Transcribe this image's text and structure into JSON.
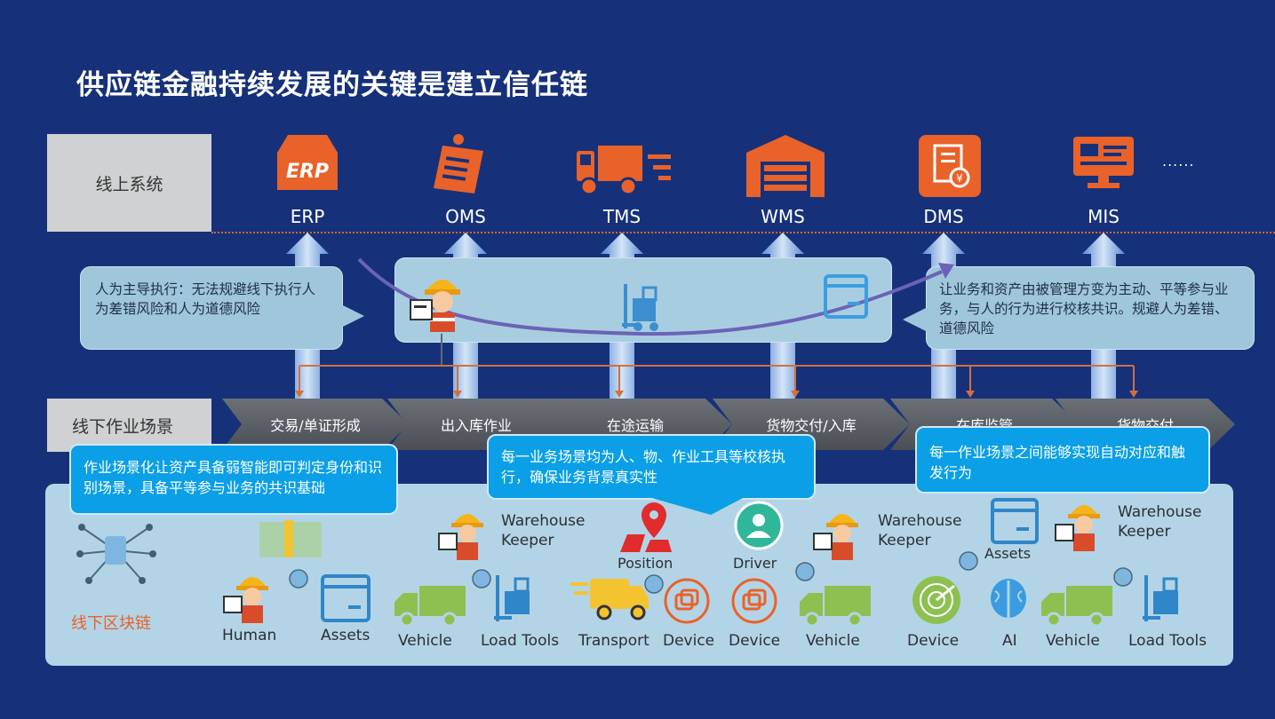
{
  "title": "供应链金融持续发展的关键是建立信任链",
  "online_label": "线上系统",
  "offline_label": "线下作业场景",
  "chain_label": "线下区块链",
  "more": "......",
  "systems": [
    {
      "label": "ERP",
      "icon": "erp-icon"
    },
    {
      "label": "OMS",
      "icon": "oms-icon"
    },
    {
      "label": "TMS",
      "icon": "truck-icon"
    },
    {
      "label": "WMS",
      "icon": "warehouse-icon"
    },
    {
      "label": "DMS",
      "icon": "dms-icon"
    },
    {
      "label": "MIS",
      "icon": "monitor-icon"
    }
  ],
  "left_note": "人为主导执行：无法规避线下执行人为差错风险和人为道德风险",
  "right_note": "让业务和资产由被管理方变为主动、平等参与业务，与人的行为进行校核共识。规避人为差错、道德风险",
  "stages": [
    "交易/单证形成",
    "出入库作业",
    "在途运输",
    "货物交付/入库",
    "在库监管",
    "货物交付"
  ],
  "callouts": [
    "作业场景化让资产具备弱智能即可判定身份和识别场景，具备平等参与业务的共识基础",
    "每一业务场景均为人、物、作业工具等校核执行，确保业务背景真实性",
    "每一作业场景之间能够实现自动对应和触发行为"
  ],
  "bottom": {
    "warehouse_keeper_1": "Warehouse Keeper",
    "warehouse_keeper_2": "Warehouse Keeper",
    "warehouse_keeper_3": "Warehouse Keeper",
    "position": "Position",
    "driver": "Driver",
    "assets_top": "Assets",
    "human": "Human",
    "assets": "Assets",
    "vehicle_1": "Vehicle",
    "load_tools_1": "Load Tools",
    "transport": "Transport",
    "device_1": "Device",
    "device_2": "Device",
    "vehicle_2": "Vehicle",
    "device_3": "Device",
    "ai": "AI",
    "vehicle_3": "Vehicle",
    "load_tools_2": "Load Tools"
  },
  "colors": {
    "background": "#16317a",
    "accent": "#e8622a",
    "callout": "#0a9fe6",
    "bubble": "#9fc6da",
    "panel": "#b3d4e6"
  }
}
